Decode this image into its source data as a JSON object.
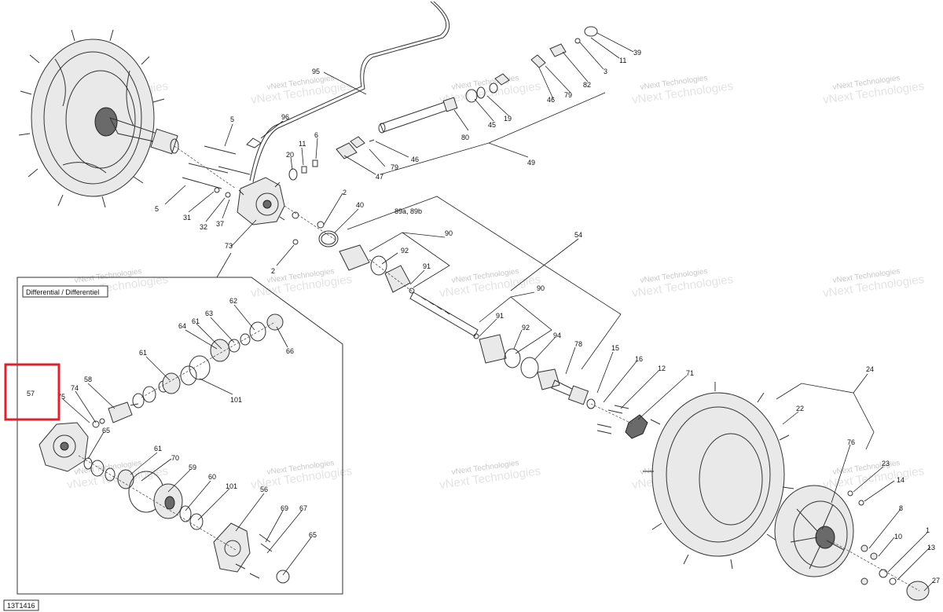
{
  "diagram": {
    "code": "13T1416",
    "inset_title": "Differential / Differentiel",
    "watermark": "vNext Technologies",
    "highlight_part": "57",
    "callouts_main": [
      "95",
      "96",
      "5",
      "11",
      "6",
      "20",
      "31",
      "32",
      "37",
      "5",
      "2",
      "40",
      "73",
      "2",
      "79",
      "46",
      "47",
      "80",
      "45",
      "19",
      "79",
      "46",
      "82",
      "3",
      "11",
      "39",
      "49",
      "89a, 89b",
      "90",
      "92",
      "91",
      "54",
      "90",
      "91",
      "92",
      "94",
      "78",
      "15",
      "16",
      "12",
      "71",
      "24",
      "22",
      "76",
      "23",
      "14",
      "8",
      "10",
      "1",
      "13",
      "27"
    ],
    "callouts_inset": [
      "62",
      "63",
      "64",
      "61",
      "66",
      "61",
      "101",
      "58",
      "74",
      "75",
      "57",
      "65",
      "61",
      "70",
      "59",
      "60",
      "101",
      "56",
      "69",
      "67",
      "65"
    ]
  }
}
